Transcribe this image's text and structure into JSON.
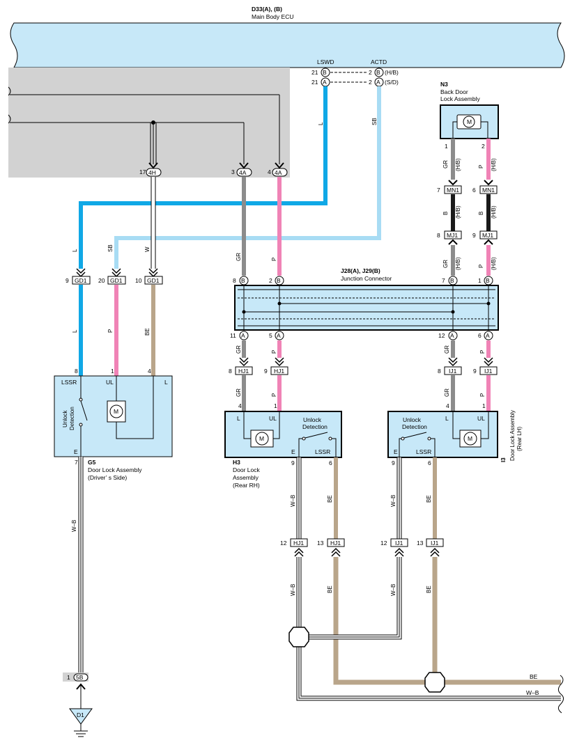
{
  "ecu": {
    "ref": "D33(A), (B)",
    "name": "Main Body ECU",
    "pin_lswd_label": "LSWD",
    "pin_actd_label": "ACTD",
    "row1": {
      "left_pin": "21",
      "left_conn": "B",
      "right_pin": "2",
      "right_conn": "B",
      "note": "(H/B)"
    },
    "row2": {
      "left_pin": "21",
      "left_conn": "A",
      "right_pin": "2",
      "right_conn": "A",
      "note": "(S/D)"
    },
    "wire_lswd_color": "L",
    "wire_actd_color": "SB",
    "conn_4h": {
      "pin": "17",
      "name": "4H"
    },
    "conn_4a_3": {
      "pin": "3",
      "name": "4A"
    },
    "conn_4a_4": {
      "pin": "4",
      "name": "4A"
    }
  },
  "wires_colors": {
    "L": "#10a8e6",
    "SB": "#a8dcf4",
    "W": "#ffffff",
    "GR": "#8c8c8c",
    "P": "#f083b6",
    "BE": "#b9a58a",
    "B": "#1a1a1a",
    "WB": "#ffffff"
  },
  "back_door": {
    "ref": "N3",
    "name1": "Back Door",
    "name2": "Lock Assembly",
    "motor": "M",
    "pin1": "1",
    "pin2": "2",
    "wire1": "GR",
    "wire1_note": "(H/B)",
    "wire2": "P",
    "wire2_note": "(H/B)",
    "mn1_pin7": "7",
    "mn1_pin6": "6",
    "mn1_name": "MN1",
    "wire3": "B",
    "wire3_note": "(H/B)",
    "wire4": "B",
    "wire4_note": "(H/B)",
    "mj1_pin8": "8",
    "mj1_pin9": "9",
    "mj1_name": "MJ1",
    "wire5": "GR",
    "wire5_note": "(H/B)",
    "wire6": "P",
    "wire6_note": "(H/B)"
  },
  "gd1": {
    "name": "GD1",
    "p9": "9",
    "p20": "20",
    "p10": "10",
    "wire_l_top": "L",
    "wire_sb_top": "SB",
    "wire_w_top": "W",
    "wire_l_bot": "L",
    "wire_p_bot": "P",
    "wire_be_bot": "BE"
  },
  "junction": {
    "ref": "J28(A), J29(B)",
    "name": "Junction Connector",
    "top_pins": [
      {
        "pin": "8",
        "conn": "B"
      },
      {
        "pin": "2",
        "conn": "B"
      },
      {
        "pin": "7",
        "conn": "B"
      },
      {
        "pin": "1",
        "conn": "B"
      }
    ],
    "bottom_pins": [
      {
        "pin": "11",
        "conn": "A"
      },
      {
        "pin": "5",
        "conn": "A"
      },
      {
        "pin": "12",
        "conn": "A"
      },
      {
        "pin": "6",
        "conn": "A"
      }
    ],
    "wire_gr_top": "GR",
    "wire_p_top": "P",
    "wire_gr_bot1": "GR",
    "wire_p_bot1": "P",
    "wire_gr_bot2": "GR",
    "wire_p_bot2": "P"
  },
  "driver_lock": {
    "ref": "G5",
    "name1": "Door Lock Assembly",
    "name2": "(Driver’ s Side)",
    "pin_lssr_num": "8",
    "pin_ul_num": "1",
    "pin_l_num": "4",
    "lssr": "LSSR",
    "ul": "UL",
    "l": "L",
    "e": "E",
    "e_num": "7",
    "unlock1": "Unlock",
    "unlock2": "Detection",
    "motor": "M",
    "wire_wb": "W–B",
    "conn_5b_pin": "1",
    "conn_5b_name": "5B",
    "ground": "D1"
  },
  "rear_rh": {
    "ref": "H3",
    "name1": "Door Lock",
    "name2": "Assembly",
    "name3": "(Rear RH)",
    "hj1_p8": "8",
    "hj1_p9": "9",
    "hj1_name": "HJ1",
    "pin_l_num": "4",
    "pin_ul_num": "1",
    "l": "L",
    "ul": "UL",
    "e": "E",
    "lssr": "LSSR",
    "e_num": "9",
    "lssr_num": "6",
    "unlock1": "Unlock",
    "unlock2": "Detection",
    "motor": "M",
    "wire_wb": "W–B",
    "wire_be": "BE",
    "hj1_p12": "12",
    "hj1_p13": "13",
    "wire_wb_bot": "W–B",
    "wire_be_bot": "BE"
  },
  "rear_lh": {
    "ref": "I3",
    "name1": "Door Lock Assembly",
    "name2": "(Rear LH)",
    "ij1_p8": "8",
    "ij1_p9": "9",
    "ij1_name": "IJ1",
    "pin_l_num": "4",
    "pin_ul_num": "1",
    "l": "L",
    "ul": "UL",
    "e": "E",
    "lssr": "LSSR",
    "e_num": "9",
    "lssr_num": "6",
    "unlock1": "Unlock",
    "unlock2": "Detection",
    "motor": "M",
    "wire_wb": "W–B",
    "wire_be": "BE",
    "ij1_p12": "12",
    "ij1_p13": "13",
    "wire_wb_bot": "W–B",
    "wire_be_bot": "BE"
  },
  "bus": {
    "be": "BE",
    "wb": "W–B"
  }
}
